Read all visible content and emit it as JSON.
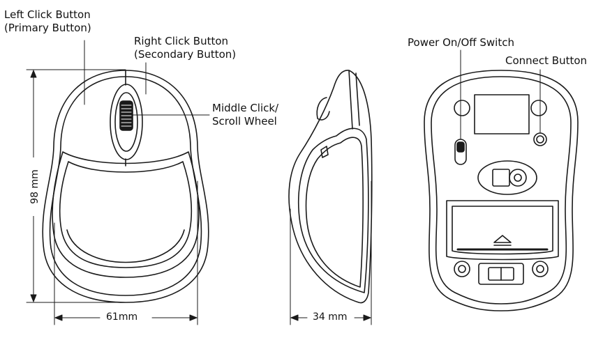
{
  "labels": {
    "left_click": [
      "Left Click Button",
      "(Primary Button)"
    ],
    "right_click": [
      "Right Click Button",
      "(Secondary Button)"
    ],
    "middle_click": [
      "Middle Click/",
      "Scroll Wheel"
    ],
    "power_switch": "Power On/Off Switch",
    "connect_button": "Connect Button"
  },
  "dimensions": {
    "height": "98 mm",
    "width": "61mm",
    "depth": "34 mm"
  },
  "colors": {
    "line": "#1a1a1a",
    "background": "#ffffff"
  }
}
